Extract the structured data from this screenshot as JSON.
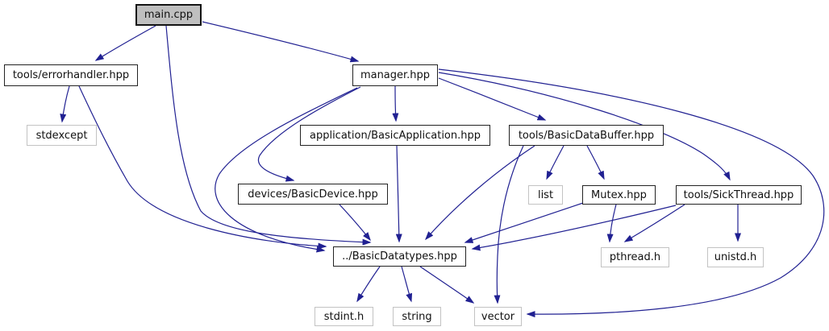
{
  "diagram": {
    "kind": "include-dependency-graph",
    "colors": {
      "background": "#ffffff",
      "edge": "#212192",
      "node_border": "#232323",
      "external_node_border": "#c3c3c3",
      "focus_node_fill": "#bfbfbf",
      "text": "#101010"
    },
    "nodes": [
      {
        "id": "main_cpp",
        "label": "main.cpp",
        "type": "focus"
      },
      {
        "id": "errorhandler",
        "label": "tools/errorhandler.hpp",
        "type": "internal"
      },
      {
        "id": "stdexcept",
        "label": "stdexcept",
        "type": "external"
      },
      {
        "id": "manager",
        "label": "manager.hpp",
        "type": "internal"
      },
      {
        "id": "basic_application",
        "label": "application/BasicApplication.hpp",
        "type": "internal"
      },
      {
        "id": "basic_data_buffer",
        "label": "tools/BasicDataBuffer.hpp",
        "type": "internal"
      },
      {
        "id": "basic_device",
        "label": "devices/BasicDevice.hpp",
        "type": "internal"
      },
      {
        "id": "list",
        "label": "list",
        "type": "external"
      },
      {
        "id": "mutex",
        "label": "Mutex.hpp",
        "type": "internal"
      },
      {
        "id": "sick_thread",
        "label": "tools/SickThread.hpp",
        "type": "internal"
      },
      {
        "id": "basic_datatypes",
        "label": "../BasicDatatypes.hpp",
        "type": "internal"
      },
      {
        "id": "pthread",
        "label": "pthread.h",
        "type": "external"
      },
      {
        "id": "unistd",
        "label": "unistd.h",
        "type": "external"
      },
      {
        "id": "stdint",
        "label": "stdint.h",
        "type": "external"
      },
      {
        "id": "string",
        "label": "string",
        "type": "external"
      },
      {
        "id": "vector",
        "label": "vector",
        "type": "external"
      }
    ],
    "edges": [
      {
        "from": "main_cpp",
        "to": "errorhandler"
      },
      {
        "from": "main_cpp",
        "to": "manager"
      },
      {
        "from": "main_cpp",
        "to": "basic_datatypes"
      },
      {
        "from": "errorhandler",
        "to": "stdexcept"
      },
      {
        "from": "errorhandler",
        "to": "basic_datatypes"
      },
      {
        "from": "manager",
        "to": "basic_application"
      },
      {
        "from": "manager",
        "to": "basic_device"
      },
      {
        "from": "manager",
        "to": "basic_datatypes"
      },
      {
        "from": "manager",
        "to": "basic_data_buffer"
      },
      {
        "from": "manager",
        "to": "sick_thread"
      },
      {
        "from": "manager",
        "to": "vector"
      },
      {
        "from": "basic_application",
        "to": "basic_datatypes"
      },
      {
        "from": "basic_device",
        "to": "basic_datatypes"
      },
      {
        "from": "basic_data_buffer",
        "to": "list"
      },
      {
        "from": "basic_data_buffer",
        "to": "mutex"
      },
      {
        "from": "basic_data_buffer",
        "to": "basic_datatypes"
      },
      {
        "from": "basic_data_buffer",
        "to": "vector"
      },
      {
        "from": "mutex",
        "to": "pthread"
      },
      {
        "from": "mutex",
        "to": "basic_datatypes"
      },
      {
        "from": "sick_thread",
        "to": "pthread"
      },
      {
        "from": "sick_thread",
        "to": "unistd"
      },
      {
        "from": "sick_thread",
        "to": "basic_datatypes"
      },
      {
        "from": "basic_datatypes",
        "to": "stdint"
      },
      {
        "from": "basic_datatypes",
        "to": "string"
      },
      {
        "from": "basic_datatypes",
        "to": "vector"
      }
    ]
  }
}
